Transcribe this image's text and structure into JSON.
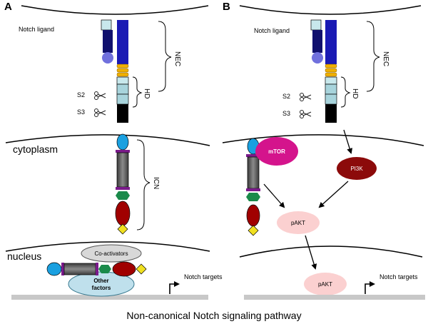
{
  "panels": {
    "a": {
      "label": "A",
      "notch_ligand": "Notch ligand",
      "nec": "NEC",
      "hd": "HD",
      "s2": "S2",
      "s3": "S3",
      "cytoplasm": "cytoplasm",
      "icn": "ICN",
      "nucleus": "nucleus",
      "co_activators": "Co-activators",
      "other_factors_1": "Other",
      "other_factors_2": "factors",
      "notch_targets": "Notch targets"
    },
    "b": {
      "label": "B",
      "notch_ligand": "Notch ligand",
      "nec": "NEC",
      "hd": "HD",
      "s2": "S2",
      "s3": "S3",
      "mtor": "mTOR",
      "pi3k": "PI3K",
      "pakt_cyto": "pAKT",
      "pakt_nuc": "pAKT",
      "notch_targets": "Notch targets"
    }
  },
  "caption": "Non-canonical Notch signaling pathway",
  "colors": {
    "receptor_blue": "#1a1ab4",
    "ligand_navy": "#10106e",
    "ligand_ball": "#7070dd",
    "light_cyan": "#c8e8ec",
    "teal_block": "#a8d4dc",
    "orange_band": "#f0b000",
    "black_tm": "#000000",
    "icn_blue_ball": "#1aa0e0",
    "icn_gray": "#5a5a5a",
    "icn_purple": "#7a1a8a",
    "icn_green": "#1a8a4a",
    "icn_red": "#a00000",
    "icn_yellow": "#f0e020",
    "mtor_magenta": "#d4148c",
    "pi3k_darkred": "#8c0a0a",
    "pakt_pink": "#fbd0d0",
    "coact_gray": "#d8d8d8",
    "other_factors_cyan": "#bfe0ec",
    "dna_gray": "#c8c8c8"
  }
}
